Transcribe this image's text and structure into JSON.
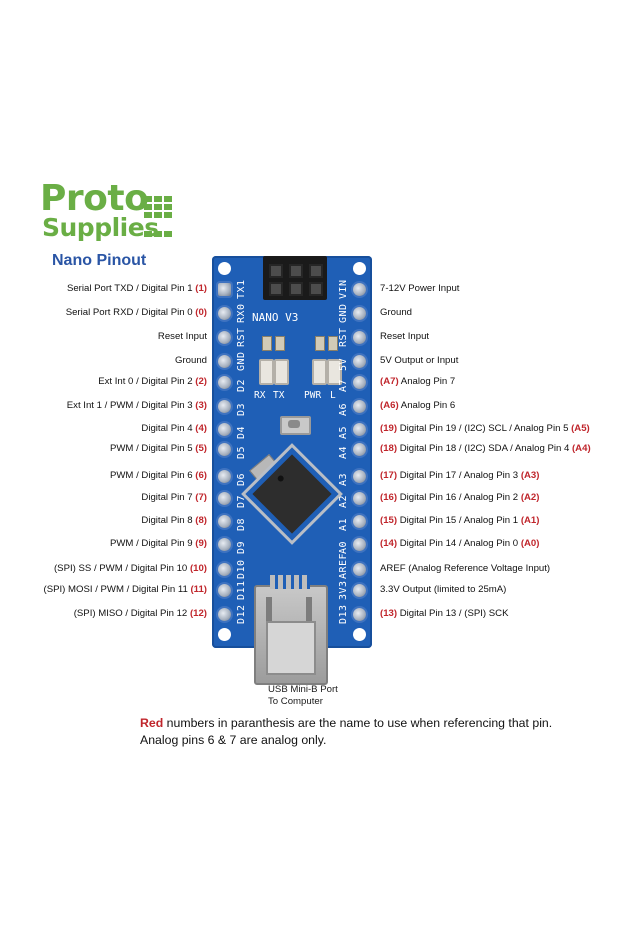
{
  "brand": {
    "logo_line1": "Proto",
    "logo_line2": "Supplies",
    "logo_color": "#6aae45"
  },
  "title": "Nano Pinout",
  "title_color": "#2a55a5",
  "accent_red": "#c0262c",
  "board": {
    "color": "#1f5fb6",
    "model_label": "NANO V3",
    "led_labels": [
      "RX",
      "TX",
      "PWR",
      "L"
    ],
    "left_silk": [
      "TX1",
      "RX0",
      "RST",
      "GND",
      "D2",
      "D3",
      "D4",
      "D5",
      "D6",
      "D7",
      "D8",
      "D9",
      "D10",
      "D11",
      "D12"
    ],
    "right_silk": [
      "VIN",
      "GND",
      "RST",
      "5V",
      "A7",
      "A6",
      "A5",
      "A4",
      "A3",
      "A2",
      "A1",
      "A0",
      "AREF",
      "3V3",
      "D13"
    ]
  },
  "left_pins": [
    {
      "text": "Serial Port TXD  / Digital Pin 1",
      "ref": "(1)"
    },
    {
      "text": "Serial Port RXD / Digital Pin 0",
      "ref": "(0)"
    },
    {
      "text": "Reset Input",
      "ref": ""
    },
    {
      "text": "Ground",
      "ref": ""
    },
    {
      "text": "Ext Int 0 / Digital Pin 2",
      "ref": "(2)"
    },
    {
      "text": "Ext Int 1 / PWM / Digital Pin 3",
      "ref": "(3)"
    },
    {
      "text": "Digital Pin 4",
      "ref": "(4)"
    },
    {
      "text": "PWM / Digital Pin 5",
      "ref": "(5)"
    },
    {
      "text": "PWM / Digital Pin 6",
      "ref": "(6)"
    },
    {
      "text": "Digital Pin 7",
      "ref": "(7)"
    },
    {
      "text": "Digital Pin 8",
      "ref": "(8)"
    },
    {
      "text": "PWM  / Digital Pin 9",
      "ref": "(9)"
    },
    {
      "text": "(SPI) SS / PWM  / Digital Pin 10",
      "ref": "(10)"
    },
    {
      "text": "(SPI) MOSI / PWM  / Digital Pin 11",
      "ref": "(11)"
    },
    {
      "text": "(SPI) MISO / Digital Pin 12",
      "ref": "(12)"
    }
  ],
  "right_pins": [
    {
      "ref": "",
      "text": "7-12V Power Input",
      "ref_end": ""
    },
    {
      "ref": "",
      "text": "Ground",
      "ref_end": ""
    },
    {
      "ref": "",
      "text": "Reset Input",
      "ref_end": ""
    },
    {
      "ref": "",
      "text": "5V Output or Input",
      "ref_end": ""
    },
    {
      "ref": "(A7)",
      "text": "Analog Pin 7",
      "ref_end": ""
    },
    {
      "ref": "(A6)",
      "text": "Analog Pin 6",
      "ref_end": ""
    },
    {
      "ref": "(19)",
      "text": "Digital Pin 19 / (I2C) SCL / Analog Pin 5",
      "ref_end": "(A5)"
    },
    {
      "ref": "(18)",
      "text": "Digital Pin 18 / (I2C) SDA / Analog Pin 4",
      "ref_end": "(A4)"
    },
    {
      "ref": "(17)",
      "text": "Digital Pin 17 / Analog Pin 3",
      "ref_end": "(A3)"
    },
    {
      "ref": "(16)",
      "text": "Digital Pin 16 / Analog Pin 2",
      "ref_end": "(A2)"
    },
    {
      "ref": "(15)",
      "text": "Digital Pin 15 / Analog Pin 1",
      "ref_end": "(A1)"
    },
    {
      "ref": "(14)",
      "text": "Digital Pin 14 / Analog Pin 0",
      "ref_end": "(A0)"
    },
    {
      "ref": "",
      "text": "AREF (Analog Reference Voltage Input)",
      "ref_end": ""
    },
    {
      "ref": "",
      "text": "3.3V Output (limited to 25mA)",
      "ref_end": ""
    },
    {
      "ref": "(13)",
      "text": "Digital Pin 13 / (SPI) SCK",
      "ref_end": ""
    }
  ],
  "usb_caption": {
    "line1": "USB Mini-B Port",
    "line2": "To Computer"
  },
  "note": {
    "red_word": "Red",
    "line1_rest": " numbers in paranthesis are the name to use when referencing that pin.",
    "line2": "Analog pins 6 & 7 are analog only."
  }
}
